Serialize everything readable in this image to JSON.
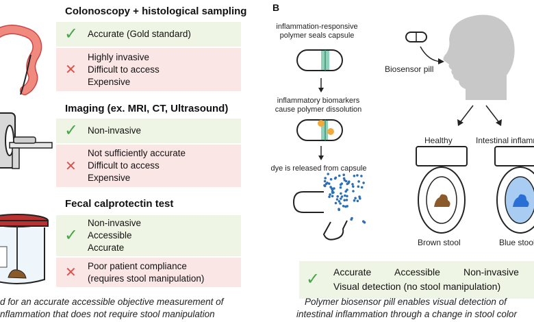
{
  "panel_a": {
    "sections": [
      {
        "title": "Colonoscopy + histological sampling",
        "pros": [
          "Accurate (Gold standard)"
        ],
        "cons": [
          "Highly invasive",
          "Difficult to access",
          "Expensive"
        ]
      },
      {
        "title": "Imaging (ex. MRI, CT, Ultrasound)",
        "pros": [
          "Non-invasive"
        ],
        "cons": [
          "Not sufficiently accurate",
          "Difficult to access",
          "Expensive"
        ]
      },
      {
        "title": "Fecal calprotectin test",
        "pros": [
          "Non-invasive",
          "Accessible",
          "Accurate"
        ],
        "cons": [
          "Poor patient compliance",
          "(requires stool manipulation)"
        ]
      }
    ],
    "caption_line1": "d for an accurate accessible objective measurement of",
    "caption_line2": "nflammation that does not require stool manipulation"
  },
  "panel_b": {
    "label": "B",
    "step1": [
      "inflammation-responsive",
      "polymer seals capsule"
    ],
    "step2": [
      "inflammatory biomarkers",
      "cause polymer dissolution"
    ],
    "step3": "dye is released from capsule",
    "biosensor_label": "Biosensor pill",
    "healthy_label": "Healthy",
    "inflamed_label": "Intestinal inflamm",
    "brown_label": "Brown stool",
    "blue_label": "Blue stool",
    "benefits": [
      "Accurate",
      "Accessible",
      "Non-invasive"
    ],
    "benefit_line2": "Visual detection (no stool manipulation)",
    "caption_line1": "Polymer biosensor pill enables visual detection of",
    "caption_line2": "intestinal inflammation through a change in stool color"
  },
  "colors": {
    "pro_bg": "#eef5e4",
    "con_bg": "#fbe6e6",
    "check": "#48a64a",
    "cross": "#d9534f",
    "colon": "#f08a7e",
    "polymer": "#8fd1b9",
    "dye": "#2f6fb3",
    "biomarker": "#f2a93b",
    "brown_stool": "#8b5a2b",
    "blue_stool": "#2a6fd6",
    "head": "#c8c8c8"
  },
  "icons": {
    "check": "✓",
    "cross": "✕"
  }
}
